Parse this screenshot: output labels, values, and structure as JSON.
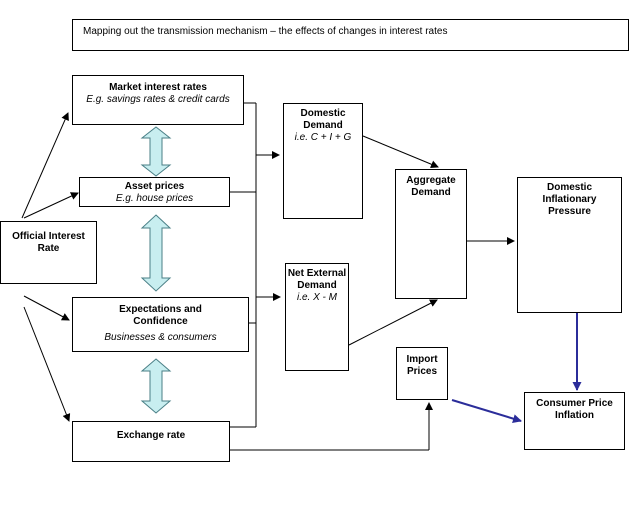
{
  "title": "Mapping out the transmission mechanism – the effects of changes in interest rates",
  "nodes": {
    "official_rate": {
      "title": "Official Interest Rate"
    },
    "market_rates": {
      "title": "Market interest rates",
      "subtitle": "E.g. savings rates & credit cards"
    },
    "asset_prices": {
      "title": "Asset prices",
      "subtitle": "E.g. house prices"
    },
    "expectations": {
      "title": "Expectations and Confidence",
      "subtitle": "Businesses & consumers"
    },
    "exchange_rate": {
      "title": "Exchange rate"
    },
    "domestic_demand": {
      "title": "Domestic Demand",
      "subtitle": "i.e. C + I + G"
    },
    "net_external_demand": {
      "title": "Net External Demand",
      "subtitle": "i.e. X - M"
    },
    "aggregate_demand": {
      "title": "Aggregate Demand"
    },
    "domestic_inflationary_pressure": {
      "title": "Domestic Inflationary Pressure"
    },
    "import_prices": {
      "title": "Import Prices"
    },
    "consumer_price_inflation": {
      "title": "Consumer Price Inflation"
    }
  },
  "colors": {
    "double_arrow_fill": "#c8eef0",
    "double_arrow_stroke": "#4a7f86",
    "blue_arrow": "#2b2d9a"
  }
}
